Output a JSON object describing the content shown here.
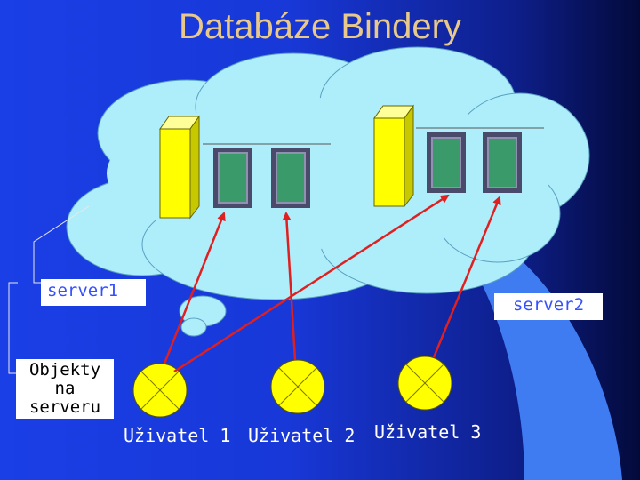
{
  "title": "Databáze Bindery",
  "labels": {
    "server1": "server1",
    "server2": "server2",
    "objects": [
      "Objekty",
      "na",
      "serveru"
    ]
  },
  "users": [
    "Uživatel 1",
    "Uživatel 2",
    "Uživatel 3"
  ],
  "colors": {
    "background": "#1a3fe6",
    "title": "#e8c98a",
    "cloud": "#aeeefb",
    "server": "#ffff00",
    "object": "#3a9a6a",
    "user": "#ffff00",
    "arrow": "#e02020"
  }
}
